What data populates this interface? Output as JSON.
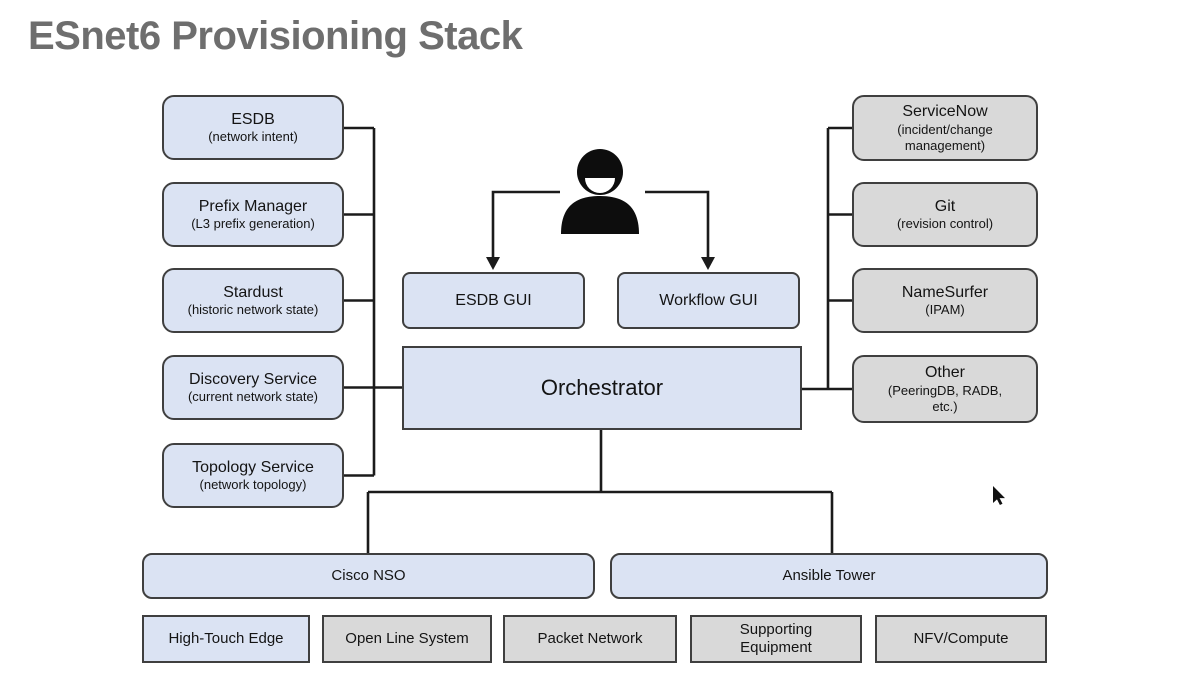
{
  "title": "ESnet6 Provisioning Stack",
  "colors": {
    "box_blue": "#dbe3f3",
    "box_gray": "#d9d9d9",
    "box_border": "#3f3f3f",
    "connector": "#1b1b1b",
    "title_gray": "#6e6e6e"
  },
  "icons": {
    "user": "user-icon",
    "cursor": "mouse-cursor-icon"
  },
  "left_column": {
    "esdb": {
      "label": "ESDB",
      "sub": "(network intent)"
    },
    "prefix_manager": {
      "label": "Prefix Manager",
      "sub": "(L3 prefix generation)"
    },
    "stardust": {
      "label": "Stardust",
      "sub": "(historic network state)"
    },
    "discovery_service": {
      "label": "Discovery Service",
      "sub": "(current network state)"
    },
    "topology_service": {
      "label": "Topology Service",
      "sub": "(network topology)"
    }
  },
  "right_column": {
    "servicenow": {
      "label": "ServiceNow",
      "sub": "(incident/change management)"
    },
    "git": {
      "label": "Git",
      "sub": "(revision control)"
    },
    "namesurfer": {
      "label": "NameSurfer",
      "sub": "(IPAM)"
    },
    "other": {
      "label": "Other",
      "sub": "(PeeringDB, RADB, etc.)"
    }
  },
  "center": {
    "esdb_gui": {
      "label": "ESDB GUI"
    },
    "workflow_gui": {
      "label": "Workflow GUI"
    },
    "orchestrator": {
      "label": "Orchestrator"
    }
  },
  "middle_row": {
    "cisco_nso": {
      "label": "Cisco NSO"
    },
    "ansible_tower": {
      "label": "Ansible Tower"
    }
  },
  "bottom_row": {
    "high_touch_edge": {
      "label": "High-Touch Edge"
    },
    "open_line_system": {
      "label": "Open Line System"
    },
    "packet_network": {
      "label": "Packet Network"
    },
    "supporting_equipment": {
      "label": "Supporting Equipment"
    },
    "nfv_compute": {
      "label": "NFV/Compute"
    }
  }
}
